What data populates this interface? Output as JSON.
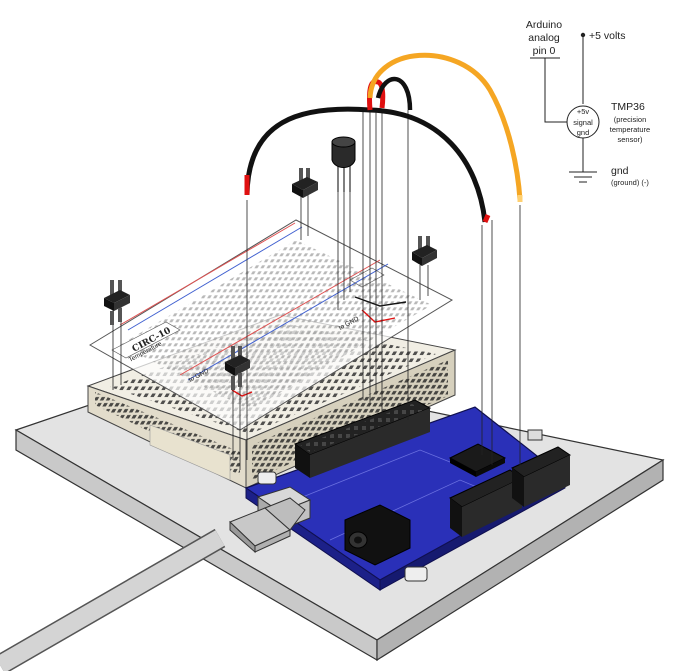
{
  "schematic": {
    "arduino_label_line1": "Arduino",
    "arduino_label_line2": "analog",
    "arduino_label_line3": "pin 0",
    "supply_label": "+5 volts",
    "part_name": "TMP36",
    "part_desc_line1": "(precision",
    "part_desc_line2": "temperature",
    "part_desc_line3": "sensor)",
    "pin_top": "+5v",
    "pin_mid": "signal",
    "pin_bot": "gnd",
    "gnd_label": "gnd",
    "gnd_desc": "(ground) (-)"
  },
  "overlay": {
    "circuit_code": "CIRC-10",
    "sheet_text": "Temperature",
    "strip_text_1": "to GND",
    "strip_text_2": "to GND"
  },
  "colors": {
    "plate_top": "#e3e3e3",
    "plate_side": "#b8b8b8",
    "pcb": "#2a30b8",
    "pcb_dark": "#1c2088",
    "wire_black": "#111111",
    "wire_red": "#e01010",
    "wire_orange": "#f5a623",
    "breadboard": "#f1eee4",
    "cable": "#cfcfcf"
  }
}
